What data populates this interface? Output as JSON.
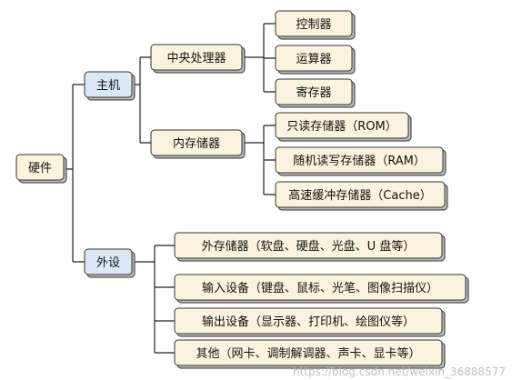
{
  "colors": {
    "level1_fill": "#dbe8f6",
    "default_fill": "#fcf3df",
    "stroke": "#333333",
    "line": "#222222"
  },
  "tree": {
    "root": {
      "label": "硬件"
    },
    "host": {
      "label": "主机",
      "cpu": {
        "label": "中央处理器",
        "children": [
          "控制器",
          "运算器",
          "寄存器"
        ]
      },
      "memory": {
        "label": "内存储器",
        "children": [
          "只读存储器（ROM）",
          "随机读写存储器（RAM）",
          "高速缓冲存储器（Cache）"
        ]
      }
    },
    "peripherals": {
      "label": "外设",
      "children": [
        "外存储器（软盘、硬盘、光盘、U 盘等）",
        "输入设备（键盘、鼠标、光笔、图像扫描仪）",
        "输出设备（显示器、打印机、绘图仪等）",
        "其他（网卡、调制解调器、声卡、显卡等）"
      ]
    }
  },
  "watermark": "https://blog.csdn.net/weixin_36888577"
}
